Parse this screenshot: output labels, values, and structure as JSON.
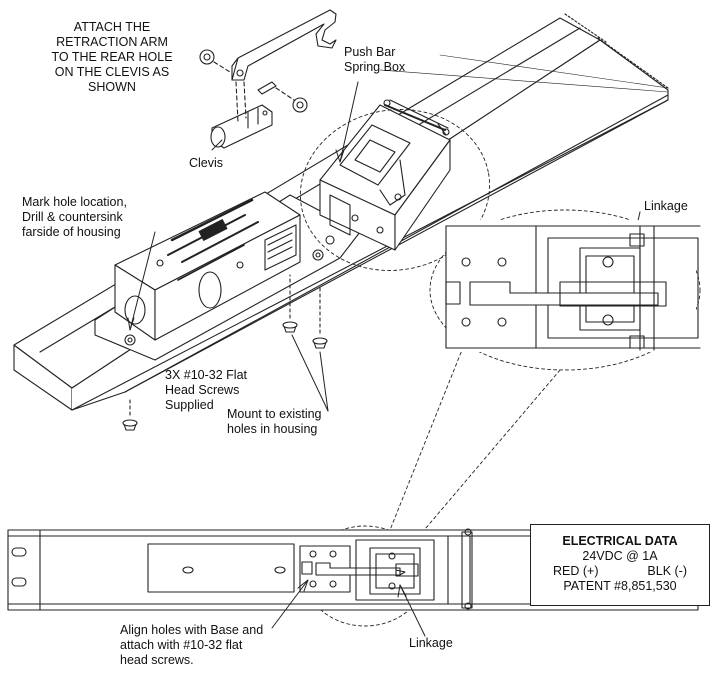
{
  "labels": {
    "attach_note": "ATTACH THE\nRETRACTION ARM\nTO THE REAR HOLE\nON THE CLEVIS AS\nSHOWN",
    "push_bar": "Push Bar\nSpring Box",
    "clevis": "Clevis",
    "mark_hole": "Mark hole location,\nDrill & countersink\nfarside of housing",
    "linkage_top": "Linkage",
    "screws": "3X #10-32 Flat\nHead Screws\nSupplied",
    "mount": "Mount to existing\nholes in housing",
    "align": "Align holes with Base and\nattach with #10-32 flat\nhead screws.",
    "linkage_bottom": "Linkage"
  },
  "electrical": {
    "title": "ELECTRICAL DATA",
    "rating": "24VDC @ 1A",
    "red": "RED (+)",
    "blk": "BLK (-)",
    "patent": "PATENT #8,851,530"
  }
}
